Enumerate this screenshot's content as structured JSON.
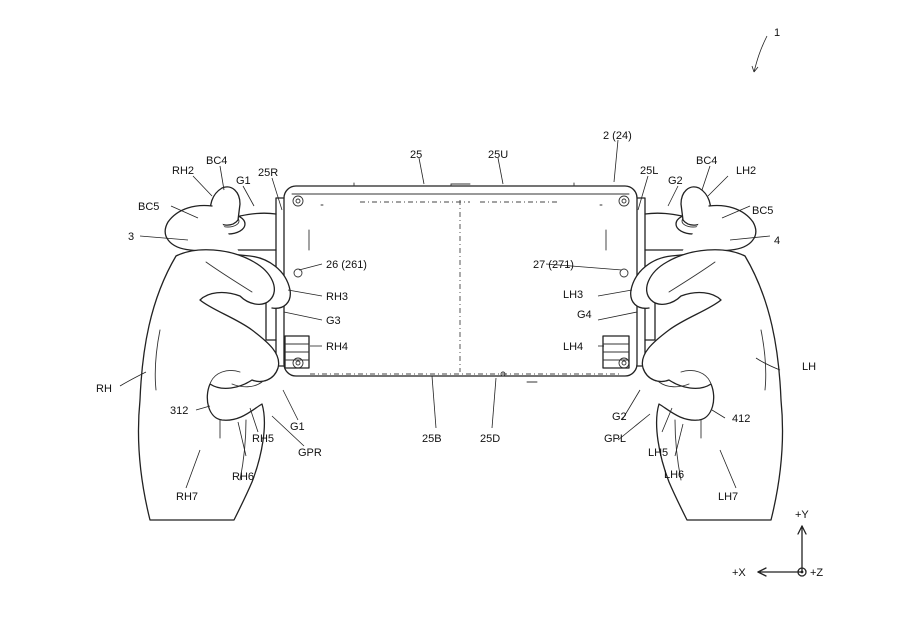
{
  "labels": {
    "fig_ref": "1",
    "body": "25",
    "top_edge": "25U",
    "device": "2 (24)",
    "right_side_edge": "25R",
    "left_side_edge": "25L",
    "g1_top": "G1",
    "g2_top": "G2",
    "g1_bottom": "G1",
    "g2_bottom": "G2",
    "g3": "G3",
    "g4": "G4",
    "rh2": "RH2",
    "lh2": "LH2",
    "bc4_right": "BC4",
    "bc4_left": "BC4",
    "bc5_right": "BC5",
    "bc5_left": "BC5",
    "ctrl_right": "3",
    "ctrl_left": "4",
    "conn_right": "26 (261)",
    "conn_left": "27 (271)",
    "rh3": "RH3",
    "lh3": "LH3",
    "rh4": "RH4",
    "lh4": "LH4",
    "rh": "RH",
    "lh": "LH",
    "n312": "312",
    "n412": "412",
    "rh5": "RH5",
    "lh5": "LH5",
    "rh6": "RH6",
    "lh6": "LH6",
    "rh7": "RH7",
    "lh7": "LH7",
    "gpr": "GPR",
    "gpl": "GPL",
    "back": "25B",
    "bottom_edge": "25D"
  },
  "axes": {
    "y": "+Y",
    "x": "+X",
    "z": "+Z"
  }
}
